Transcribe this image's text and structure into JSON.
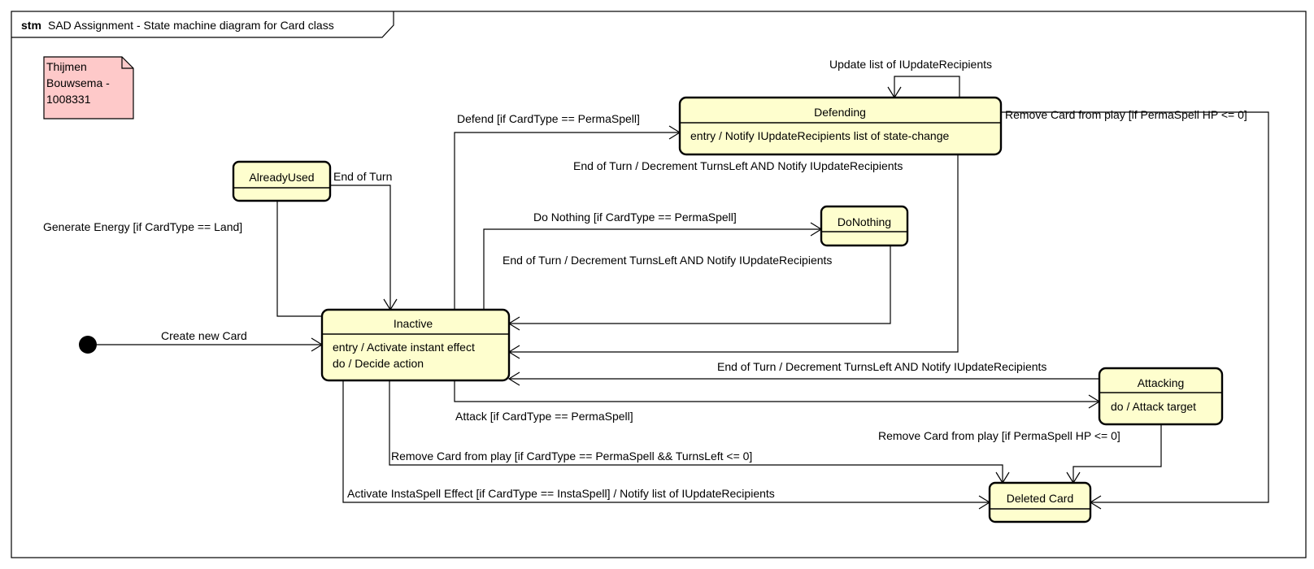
{
  "frame": {
    "keyword": "stm",
    "title": "SAD Assignment - State machine diagram for Card class"
  },
  "note": {
    "lines": [
      "Thijmen",
      "Bouwsema -",
      "1008331"
    ],
    "color": "#fec9c9"
  },
  "colors": {
    "state_fill": "#fefece",
    "stroke": "#000000"
  },
  "states": {
    "already_used": {
      "name": "AlreadyUsed"
    },
    "inactive": {
      "name": "Inactive",
      "actions": [
        "entry / Activate instant effect",
        "do / Decide action"
      ]
    },
    "defending": {
      "name": "Defending",
      "actions": [
        "entry / Notify IUpdateRecipients list of state-change"
      ]
    },
    "do_nothing": {
      "name": "DoNothing"
    },
    "attacking": {
      "name": "Attacking",
      "actions": [
        "do / Attack target"
      ]
    },
    "deleted": {
      "name": "Deleted Card"
    }
  },
  "transitions": {
    "create": "Create new Card",
    "generate_energy": "Generate Energy [if CardType == Land]",
    "end_turn_used": "End of Turn",
    "defend": "Defend [if CardType == PermaSpell]",
    "update_list": "Update list of IUpdateRecipients",
    "remove_defending": "Remove Card from play [if PermaSpell HP <= 0]",
    "end_turn_defending": "End of Turn / Decrement TurnsLeft AND Notify IUpdateRecipients",
    "do_nothing": "Do Nothing [if CardType == PermaSpell]",
    "end_turn_nothing": "End of Turn / Decrement TurnsLeft AND Notify IUpdateRecipients",
    "end_turn_attacking": "End of Turn / Decrement TurnsLeft AND Notify IUpdateRecipients",
    "attack": "Attack [if CardType == PermaSpell]",
    "remove_attacking": "Remove Card from play [if PermaSpell HP <= 0]",
    "remove_turns": "Remove Card from play [if CardType == PermaSpell && TurnsLeft <= 0]",
    "instaspell": "Activate InstaSpell Effect [if CardType == InstaSpell] / Notify list of IUpdateRecipients"
  }
}
